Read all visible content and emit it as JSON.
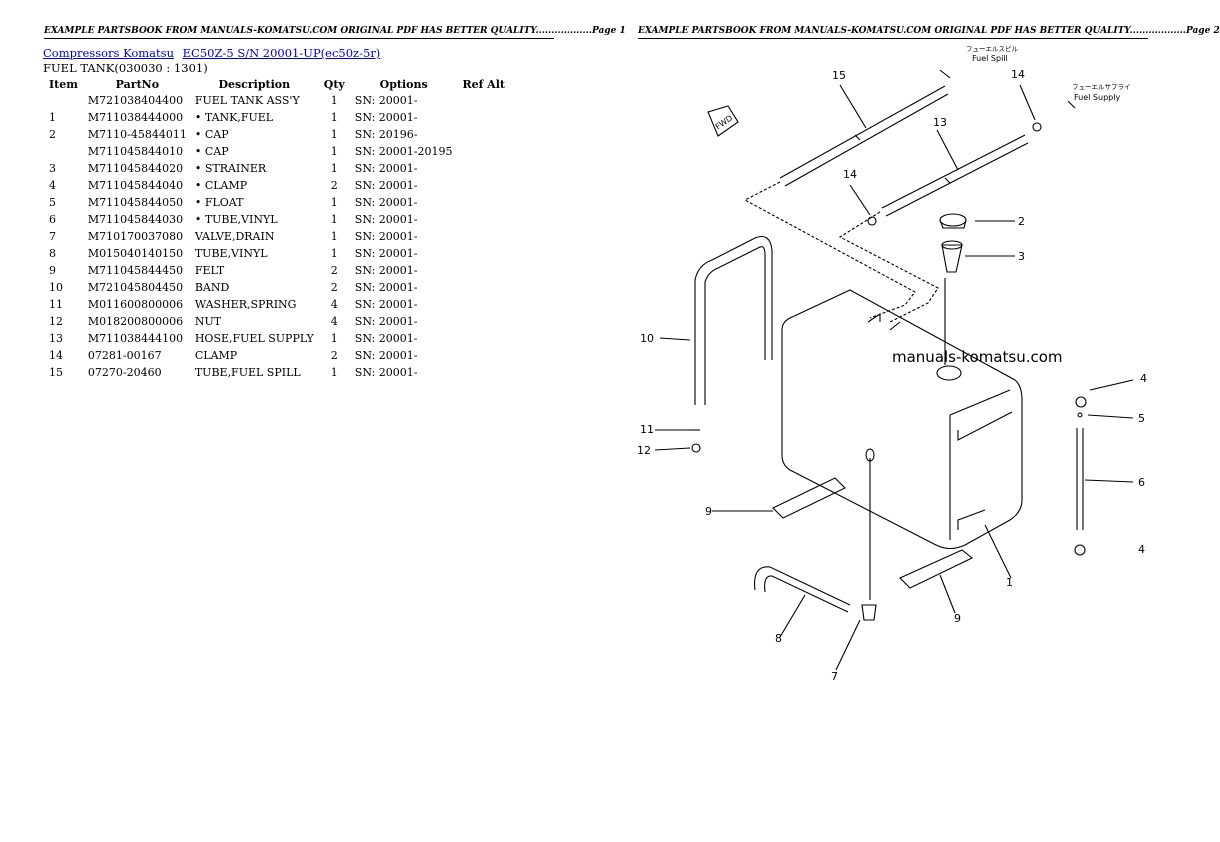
{
  "header": {
    "page1": "EXAMPLE PARTSBOOK FROM MANUALS-KOMATSU.COM ORIGINAL PDF HAS BETTER QUALITY..................Page 1",
    "page2": "EXAMPLE PARTSBOOK FROM MANUALS-KOMATSU.COM ORIGINAL PDF HAS BETTER QUALITY..................Page 2"
  },
  "breadcrumb": {
    "link1": "Compressors Komatsu",
    "link2": "EC50Z-5 S/N 20001-UP(ec50z-5r)"
  },
  "section_title": "FUEL TANK(030030 : 1301)",
  "table": {
    "headers": [
      "Item",
      "PartNo",
      "Description",
      "Qty",
      "Options",
      "Ref Alt"
    ],
    "rows": [
      {
        "item": "",
        "partno": "M721038404400",
        "desc": "FUEL TANK ASS'Y",
        "qty": "1",
        "options": "SN: 20001-"
      },
      {
        "item": "1",
        "partno": "M711038444000",
        "desc": "• TANK,FUEL",
        "qty": "1",
        "options": "SN: 20001-"
      },
      {
        "item": "2",
        "partno": "M7110-45844011",
        "desc": "• CAP",
        "qty": "1",
        "options": "SN: 20196-"
      },
      {
        "item": "",
        "partno": "M711045844010",
        "desc": "• CAP",
        "qty": "1",
        "options": "SN: 20001-20195"
      },
      {
        "item": "3",
        "partno": "M711045844020",
        "desc": "• STRAINER",
        "qty": "1",
        "options": "SN: 20001-"
      },
      {
        "item": "4",
        "partno": "M711045844040",
        "desc": "• CLAMP",
        "qty": "2",
        "options": "SN: 20001-"
      },
      {
        "item": "5",
        "partno": "M711045844050",
        "desc": "• FLOAT",
        "qty": "1",
        "options": "SN: 20001-"
      },
      {
        "item": "6",
        "partno": "M711045844030",
        "desc": "• TUBE,VINYL",
        "qty": "1",
        "options": "SN: 20001-"
      },
      {
        "item": "7",
        "partno": "M710170037080",
        "desc": "VALVE,DRAIN",
        "qty": "1",
        "options": "SN: 20001-"
      },
      {
        "item": "8",
        "partno": "M015040140150",
        "desc": "TUBE,VINYL",
        "qty": "1",
        "options": "SN: 20001-"
      },
      {
        "item": "9",
        "partno": "M711045844450",
        "desc": "FELT",
        "qty": "2",
        "options": "SN: 20001-"
      },
      {
        "item": "10",
        "partno": "M721045804450",
        "desc": "BAND",
        "qty": "2",
        "options": "SN: 20001-"
      },
      {
        "item": "11",
        "partno": "M011600800006",
        "desc": "WASHER,SPRING",
        "qty": "4",
        "options": "SN: 20001-"
      },
      {
        "item": "12",
        "partno": "M018200800006",
        "desc": "NUT",
        "qty": "4",
        "options": "SN: 20001-"
      },
      {
        "item": "13",
        "partno": "M711038444100",
        "desc": "HOSE,FUEL SUPPLY",
        "qty": "1",
        "options": "SN: 20001-"
      },
      {
        "item": "14",
        "partno": "07281-00167",
        "desc": "CLAMP",
        "qty": "2",
        "options": "SN: 20001-"
      },
      {
        "item": "15",
        "partno": "07270-20460",
        "desc": "TUBE,FUEL SPILL",
        "qty": "1",
        "options": "SN: 20001-"
      }
    ]
  },
  "diagram": {
    "watermark": "manuals-komatsu.com",
    "fuel_spill_jp": "フューエルスピル",
    "fuel_spill": "Fuel Spill",
    "fuel_supply_jp": "フューエルサプライ",
    "fuel_supply": "Fuel Supply",
    "fwd": "FWD",
    "callouts": {
      "c1": "1",
      "c2": "2",
      "c3": "3",
      "c4a": "4",
      "c4b": "4",
      "c5": "5",
      "c6": "6",
      "c7": "7",
      "c8": "8",
      "c9a": "9",
      "c9b": "9",
      "c10": "10",
      "c11": "11",
      "c12": "12",
      "c13": "13",
      "c14a": "14",
      "c14b": "14",
      "c15": "15"
    }
  }
}
